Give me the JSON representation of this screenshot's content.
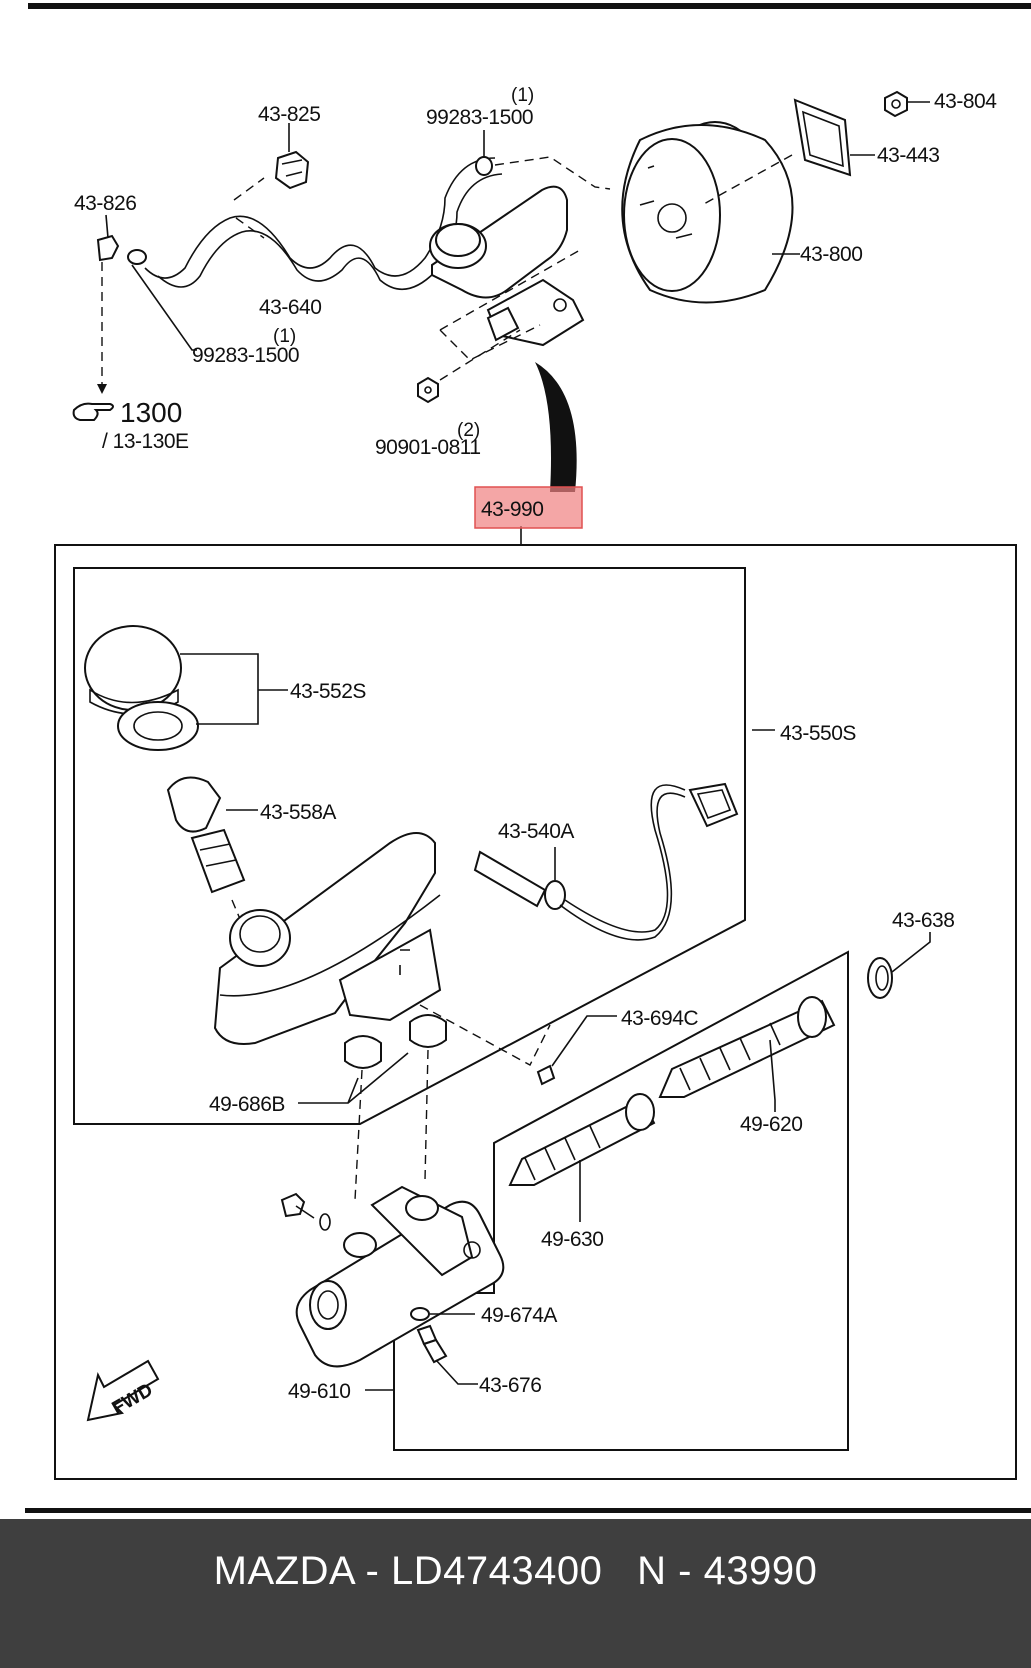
{
  "labels": {
    "p43825": "43-825",
    "p99283a_qty": "(1)",
    "p99283a": "99283-1500",
    "p43804": "43-804",
    "p43443": "43-443",
    "p43826": "43-826",
    "p43800": "43-800",
    "p43640": "43-640",
    "p99283b_qty": "(1)",
    "p99283b": "99283-1500",
    "ref1300": "1300",
    "ref13130e": "/ 13-130E",
    "p90901_qty": "(2)",
    "p90901": "90901-0811",
    "p43990": "43-990",
    "p43552s": "43-552S",
    "p43550s": "43-550S",
    "p43558a": "43-558A",
    "p43540a": "43-540A",
    "p43638": "43-638",
    "p43694c": "43-694C",
    "p49686b": "49-686B",
    "p49620": "49-620",
    "p49630": "49-630",
    "p49674a": "49-674A",
    "p43676": "43-676",
    "p49610": "49-610",
    "fwd": "FWD"
  },
  "highlight_color": "#f08080",
  "footer": {
    "text": "MAZDA - LD4743400   N - 43990"
  }
}
